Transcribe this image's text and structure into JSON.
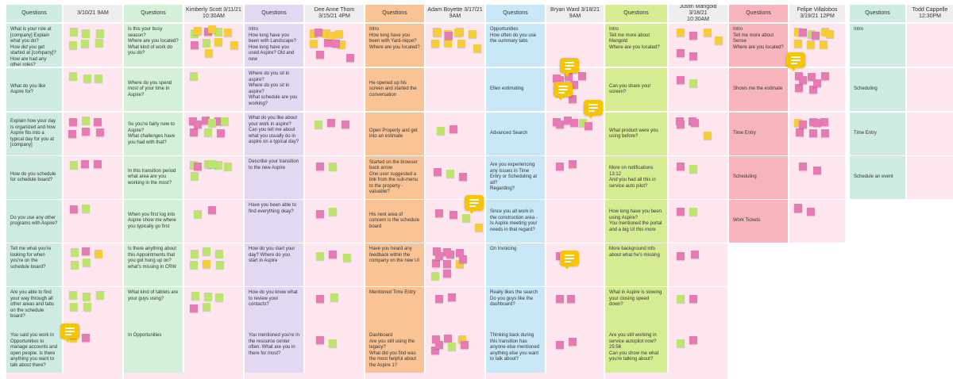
{
  "colors": {
    "teal": "#cdeae3",
    "pink_q": "#fbd5e3",
    "pink_a": "#fde6ee",
    "lavender": "#e3d8f2",
    "orange": "#f9c395",
    "blue": "#c8e8f7",
    "lime": "#d6ec93",
    "red": "#f7b4bd",
    "mint": "#d4f0d8",
    "sticky_pink": "#e67ab2",
    "sticky_green": "#bde56e",
    "sticky_yellow": "#f5cd3a",
    "bubble": "#f6c400",
    "header_bg": "#eeeeee"
  },
  "headers": [
    "Questions",
    "3/10/21 9AM",
    "Questions",
    "Kimberly Scott 3/11/21\n10:30AM",
    "Questions",
    "Dee Anne Thom\n3/15/21 4PM",
    "Questions",
    "Adam Boyette 3/17/21\n9AM",
    "Questions",
    "Bryan Ward 3/18/21\n9AM",
    "Questions",
    "Justin Mangold 3/18/21\n10:30AM",
    "Questions",
    "Felipe Villalobos\n3/19/21 12PM",
    "Questions",
    "Todd Cappelle\n12:30PM"
  ],
  "columns": {
    "c1": [
      "What is your role at [company] Explain what you do?\nHow did you get started at [company]? How are had any other roles?",
      "What do you like Aspire for?",
      "Explain how your day is organized and how Aspire fits into a typical day for you at [company]",
      "How do you schedule for schedule board?",
      "Do you use any other programs with Aspire?",
      "Tell me what you're looking for when you're on the schedule board?",
      "Are you able to find your way through all other areas and tabs on the schedule board?",
      "You said you work in Opportunities to manage accounts and open people. Is there anything you want to talk about there?"
    ],
    "c2": [
      "Is this your busy season?\nWhere are you located?\nWhat kind of work do you do?",
      "Where do you spend most of your time in Aspire?",
      "So you're fairly new to Aspire?\nWhat challenges have you had with that?",
      "In this transition period what area are you working in the most?",
      "When you first log into Aspire show me where you typically go first",
      "Is there anything about this Appointments that you got hung up on?\nwhat's missing in CRW",
      "What kind of tablets are your guys using?",
      "In Opportunities"
    ],
    "c3": [
      "Intro\nHow long have you been with Landscape?\nHow long have you used Aspire? Old and new",
      "Where do you sit in aspire?\nWhere do you sit in aspire?\nWhat schedule are you working?",
      "What do you like about your work in aspire?\nCan you tell me about what you usually do in aspire on a typical day?",
      "Describe your transition to the new Aspire",
      "Have you been able to find everything okay?",
      "How do you start your day? Where do you start in Aspire",
      "How do you know what to review your contacts?",
      "You mentioned you're in the resource center often. What are you in there for most?"
    ],
    "c4": [
      "Intro\nHow long have you been with Yard-nique?\nWhere are you located?",
      "He opened up his screen and started the conversation",
      "Open Property and get into an estimate",
      "Started on the browser back arrow\nOne user suggested a link from the sub-menu to the property - valuable?",
      "His next area of concern is the schedule board",
      "Have you heard any feedback within the company on the new UI",
      "Mentioned Time Entry",
      "Dashboard\nAre you still using the legacy?\nWhat did you find was the most helpful about the Aspire 1?"
    ],
    "c5": [
      "Opportunities\nHow often do you use the summary tabs",
      "Ellen estimating",
      "Advanced Search",
      "Are you experiencing any issues in Time Entry or Scheduling at all?\nRegarding?",
      "Since you all work in the construction area - Is Aspire meeting your needs in that regard?",
      "On Invoicing",
      "Really likes the search\nDo you guys like the dashboard?",
      "Thinking back during this transition has anyone else mentioned anything else you want to talk about?"
    ],
    "c6": [
      "Intro\nTell me more about Mangold\nWhere are you located?",
      "Can you share your screen?",
      "What product were you using before?",
      "More on notifications 13:12\nAnd you had all this in service auto pilot?",
      "How long have you been using Aspire?\nYou mentioned the portal and a big UI this more",
      "More background info about what he's missing",
      "What in Aspire is slowing your closing speed down?",
      "Are you still working in service autopilot now? 25:56\nCan you show me what you're talking about?"
    ],
    "c7": [
      "Intro\nTell me more about Sense\nWhere are you located?",
      "Shows me the estimate",
      "Time Entry",
      "Scheduling",
      "Work Tickets"
    ],
    "c8": [
      "Intro",
      "Scheduling",
      "Time Entry",
      "Schedule an event"
    ]
  }
}
